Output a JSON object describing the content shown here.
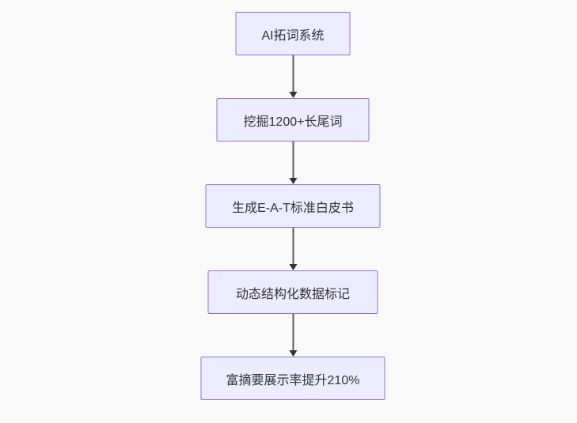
{
  "page": {
    "background_color": "#f9f9f9"
  },
  "flowchart": {
    "type": "flow",
    "direction": "top-down",
    "node_fill_color": "#ECECFF",
    "node_border_color": "#9370DB",
    "node_text_color": "#333333",
    "arrow_color": "#333333",
    "nodes": [
      {
        "id": "node-1",
        "label": "AI拓词系统"
      },
      {
        "id": "node-2",
        "label": "挖掘1200+长尾词"
      },
      {
        "id": "node-3",
        "label": "生成E-A-T标准白皮书"
      },
      {
        "id": "node-4",
        "label": "动态结构化数据标记"
      },
      {
        "id": "node-5",
        "label": "富摘要展示率提升210%"
      }
    ],
    "edges": [
      {
        "from": "node-1",
        "to": "node-2"
      },
      {
        "from": "node-2",
        "to": "node-3"
      },
      {
        "from": "node-3",
        "to": "node-4"
      },
      {
        "from": "node-4",
        "to": "node-5"
      }
    ]
  }
}
